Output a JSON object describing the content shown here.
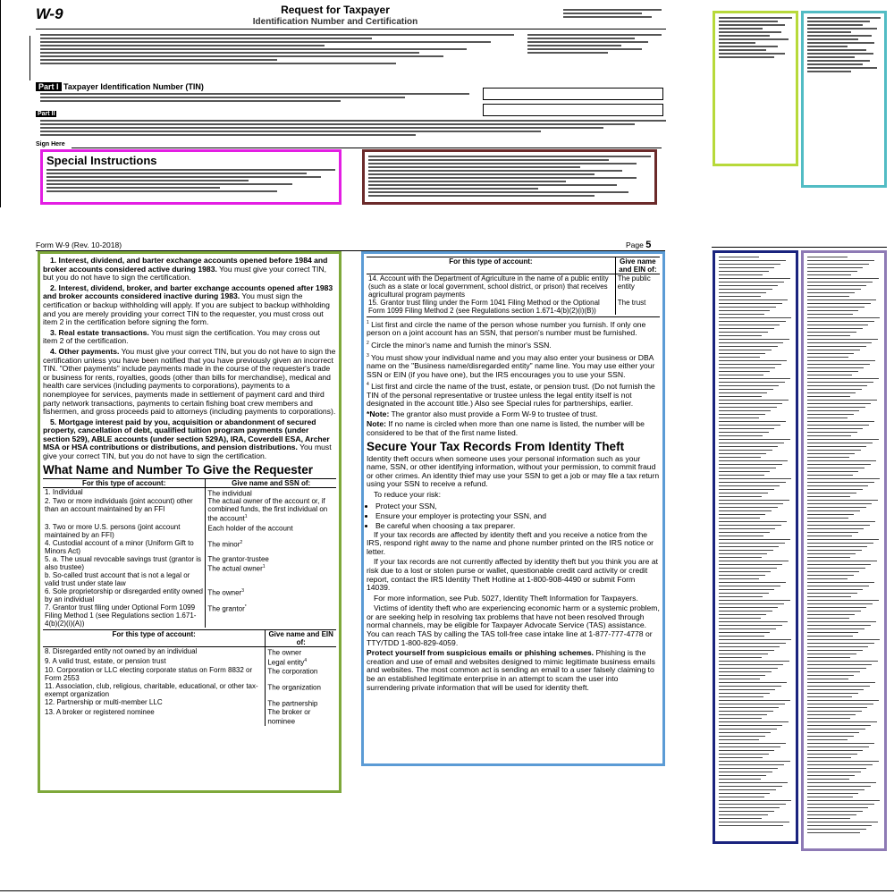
{
  "top": {
    "w9_label": "W-9",
    "title_line1": "Request for Taxpayer",
    "title_line2": "Identification Number and Certification",
    "special_title": "Special Instructions",
    "part1_label": "Part I",
    "part1_title": "Taxpayer Identification Number (TIN)",
    "part2_label": "Part II",
    "sign_label": "Sign Here"
  },
  "page_header": {
    "form": "Form W-9 (Rev. 10-2018)",
    "page_label": "Page",
    "page_num": "5"
  },
  "left_col": {
    "p1_bold": "1. Interest, dividend, and barter exchange accounts opened before 1984 and broker accounts considered active during 1983.",
    "p1_text": " You must give your correct TIN, but you do not have to sign the certification.",
    "p2_bold": "2. Interest, dividend, broker, and barter exchange accounts opened after 1983 and broker accounts considered inactive during 1983.",
    "p2_text": " You must sign the certification or backup withholding will apply. If you are subject to backup withholding and you are merely providing your correct TIN to the requester, you must cross out item 2 in the certification before signing the form.",
    "p3_bold": "3. Real estate transactions.",
    "p3_text": " You must sign the certification. You may cross out item 2 of the certification.",
    "p4_bold": "4. Other payments.",
    "p4_text": " You must give your correct TIN, but you do not have to sign the certification unless you have been notified that you have previously given an incorrect TIN. \"Other payments\" include payments made in the course of the requester's trade or business for rents, royalties, goods (other than bills for merchandise), medical and health care services (including payments to corporations), payments to a nonemployee for services, payments made in settlement of payment card and third party network transactions, payments to certain fishing boat crew members and fishermen, and gross proceeds paid to attorneys (including payments to corporations).",
    "p5_bold": "5. Mortgage interest paid by you, acquisition or abandonment of secured property, cancellation of debt, qualified tuition program payments (under section 529), ABLE accounts (under section 529A), IRA, Coverdell ESA, Archer MSA or HSA contributions or distributions, and pension distributions.",
    "p5_text": " You must give your correct TIN, but you do not have to sign the certification.",
    "heading": "What Name and Number To Give the Requester",
    "ssn_header_a": "For this type of account:",
    "ssn_header_b": "Give name and SSN of:",
    "ssn_rows": [
      {
        "a": "1. Individual",
        "b": "The individual",
        "sup": ""
      },
      {
        "a": "2. Two or more individuals (joint account) other than an account maintained by an FFI",
        "b": "The actual owner of the account or, if combined funds, the first individual on the account",
        "sup": "1"
      },
      {
        "a": "3. Two or more U.S. persons (joint account maintained by an FFI)",
        "b": "Each holder of the account",
        "sup": ""
      },
      {
        "a": "4. Custodial account of a minor (Uniform Gift to Minors Act)",
        "b": "The minor",
        "sup": "2"
      },
      {
        "a": "5. a. The usual revocable savings trust (grantor is also trustee)\nb. So-called trust account that is not a legal or valid trust under state law",
        "b": "The grantor-trustee\nThe actual owner",
        "sup": "1"
      },
      {
        "a": "6. Sole proprietorship or disregarded entity owned by an individual",
        "b": "The owner",
        "sup": "3"
      },
      {
        "a": "7. Grantor trust filing under Optional Form 1099 Filing Method 1 (see Regulations section 1.671-4(b)(2)(i)(A))",
        "b": "The grantor",
        "sup": "*"
      }
    ],
    "ein_header_a": "For this type of account:",
    "ein_header_b": "Give name and EIN of:",
    "ein_rows": [
      {
        "a": "8. Disregarded entity not owned by an individual",
        "b": "The owner",
        "sup": ""
      },
      {
        "a": "9. A valid trust, estate, or pension trust",
        "b": "Legal entity",
        "sup": "4"
      },
      {
        "a": "10. Corporation or LLC electing corporate status on Form 8832 or Form 2553",
        "b": "The corporation",
        "sup": ""
      },
      {
        "a": "11. Association, club, religious, charitable, educational, or other tax-exempt organization",
        "b": "The organization",
        "sup": ""
      },
      {
        "a": "12. Partnership or multi-member LLC",
        "b": "The partnership",
        "sup": ""
      },
      {
        "a": "13. A broker or registered nominee",
        "b": "The broker or nominee",
        "sup": ""
      }
    ]
  },
  "mid_col": {
    "table_header_a": "For this type of account:",
    "table_header_b": "Give name and EIN of:",
    "rows": [
      {
        "a": "14. Account with the Department of Agriculture in the name of a public entity (such as a state or local government, school district, or prison) that receives agricultural program payments",
        "b": "The public entity"
      },
      {
        "a": "15. Grantor trust filing under the Form 1041 Filing Method or the Optional Form 1099 Filing Method 2 (see Regulations section 1.671-4(b)(2)(i)(B))",
        "b": "The trust"
      }
    ],
    "fn1": "List first and circle the name of the person whose number you furnish. If only one person on a joint account has an SSN, that person's number must be furnished.",
    "fn2": "Circle the minor's name and furnish the minor's SSN.",
    "fn3": "You must show your individual name and you may also enter your business or DBA name on the \"Business name/disregarded entity\" name line. You may use either your SSN or EIN (if you have one), but the IRS encourages you to use your SSN.",
    "fn4": "List first and circle the name of the trust, estate, or pension trust. (Do not furnish the TIN of the personal representative or trustee unless the legal entity itself is not designated in the account title.) Also see Special rules for partnerships, earlier.",
    "note1_label": "*Note:",
    "note1": " The grantor also must provide a Form W-9 to trustee of trust.",
    "note2_label": "Note:",
    "note2": " If no name is circled when more than one name is listed, the number will be considered to be that of the first name listed.",
    "heading": "Secure Your Tax Records From Identity Theft",
    "p1": "Identity theft occurs when someone uses your personal information such as your name, SSN, or other identifying information, without your permission, to commit fraud or other crimes. An identity thief may use your SSN to get a job or may file a tax return using your SSN to receive a refund.",
    "p2": "To reduce your risk:",
    "bullets": [
      "Protect your SSN,",
      "Ensure your employer is protecting your SSN, and",
      "Be careful when choosing a tax preparer."
    ],
    "p3": "If your tax records are affected by identity theft and you receive a notice from the IRS, respond right away to the name and phone number printed on the IRS notice or letter.",
    "p4": "If your tax records are not currently affected by identity theft but you think you are at risk due to a lost or stolen purse or wallet, questionable credit card activity or credit report, contact the IRS Identity Theft Hotline at 1-800-908-4490 or submit Form 14039.",
    "p5": "For more information, see Pub. 5027, Identity Theft Information for Taxpayers.",
    "p6": "Victims of identity theft who are experiencing economic harm or a systemic problem, or are seeking help in resolving tax problems that have not been resolved through normal channels, may be eligible for Taxpayer Advocate Service (TAS) assistance. You can reach TAS by calling the TAS toll-free case intake line at 1-877-777-4778 or TTY/TDD 1-800-829-4059.",
    "p7_bold": "Protect yourself from suspicious emails or phishing schemes.",
    "p7": " Phishing is the creation and use of email and websites designed to mimic legitimate business emails and websites. The most common act is sending an email to a user falsely claiming to be an established legitimate enterprise in an attempt to scam the user into surrendering private information that will be used for identity theft."
  },
  "colors": {
    "green": "#7ea83a",
    "blue": "#5b9bd5",
    "magenta": "#e31ee3",
    "maroon": "#6b2a2a",
    "lime": "#b7d93a",
    "teal": "#52bcc4",
    "navy": "#1a237e",
    "purple": "#8e7ab5"
  }
}
